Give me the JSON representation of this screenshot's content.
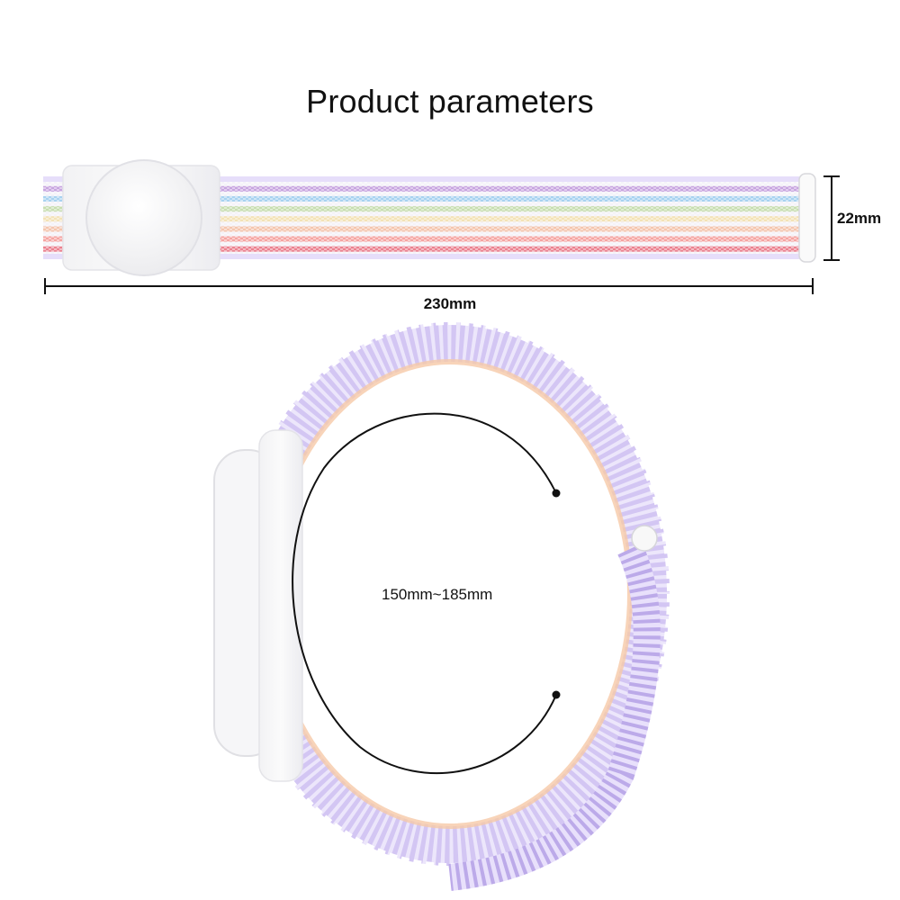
{
  "title": "Product parameters",
  "dimensions": {
    "length": "230mm",
    "width": "22mm",
    "circumference": "150mm~185mm"
  },
  "strap_stripe_colors": [
    "#b98bd8",
    "#8fc7ee",
    "#b9d79a",
    "#f3dca0",
    "#f4b596",
    "#f58a86",
    "#e85c6e"
  ],
  "holder_color": "#f7f7f7",
  "loop_edge_color": "#c9b8ef"
}
